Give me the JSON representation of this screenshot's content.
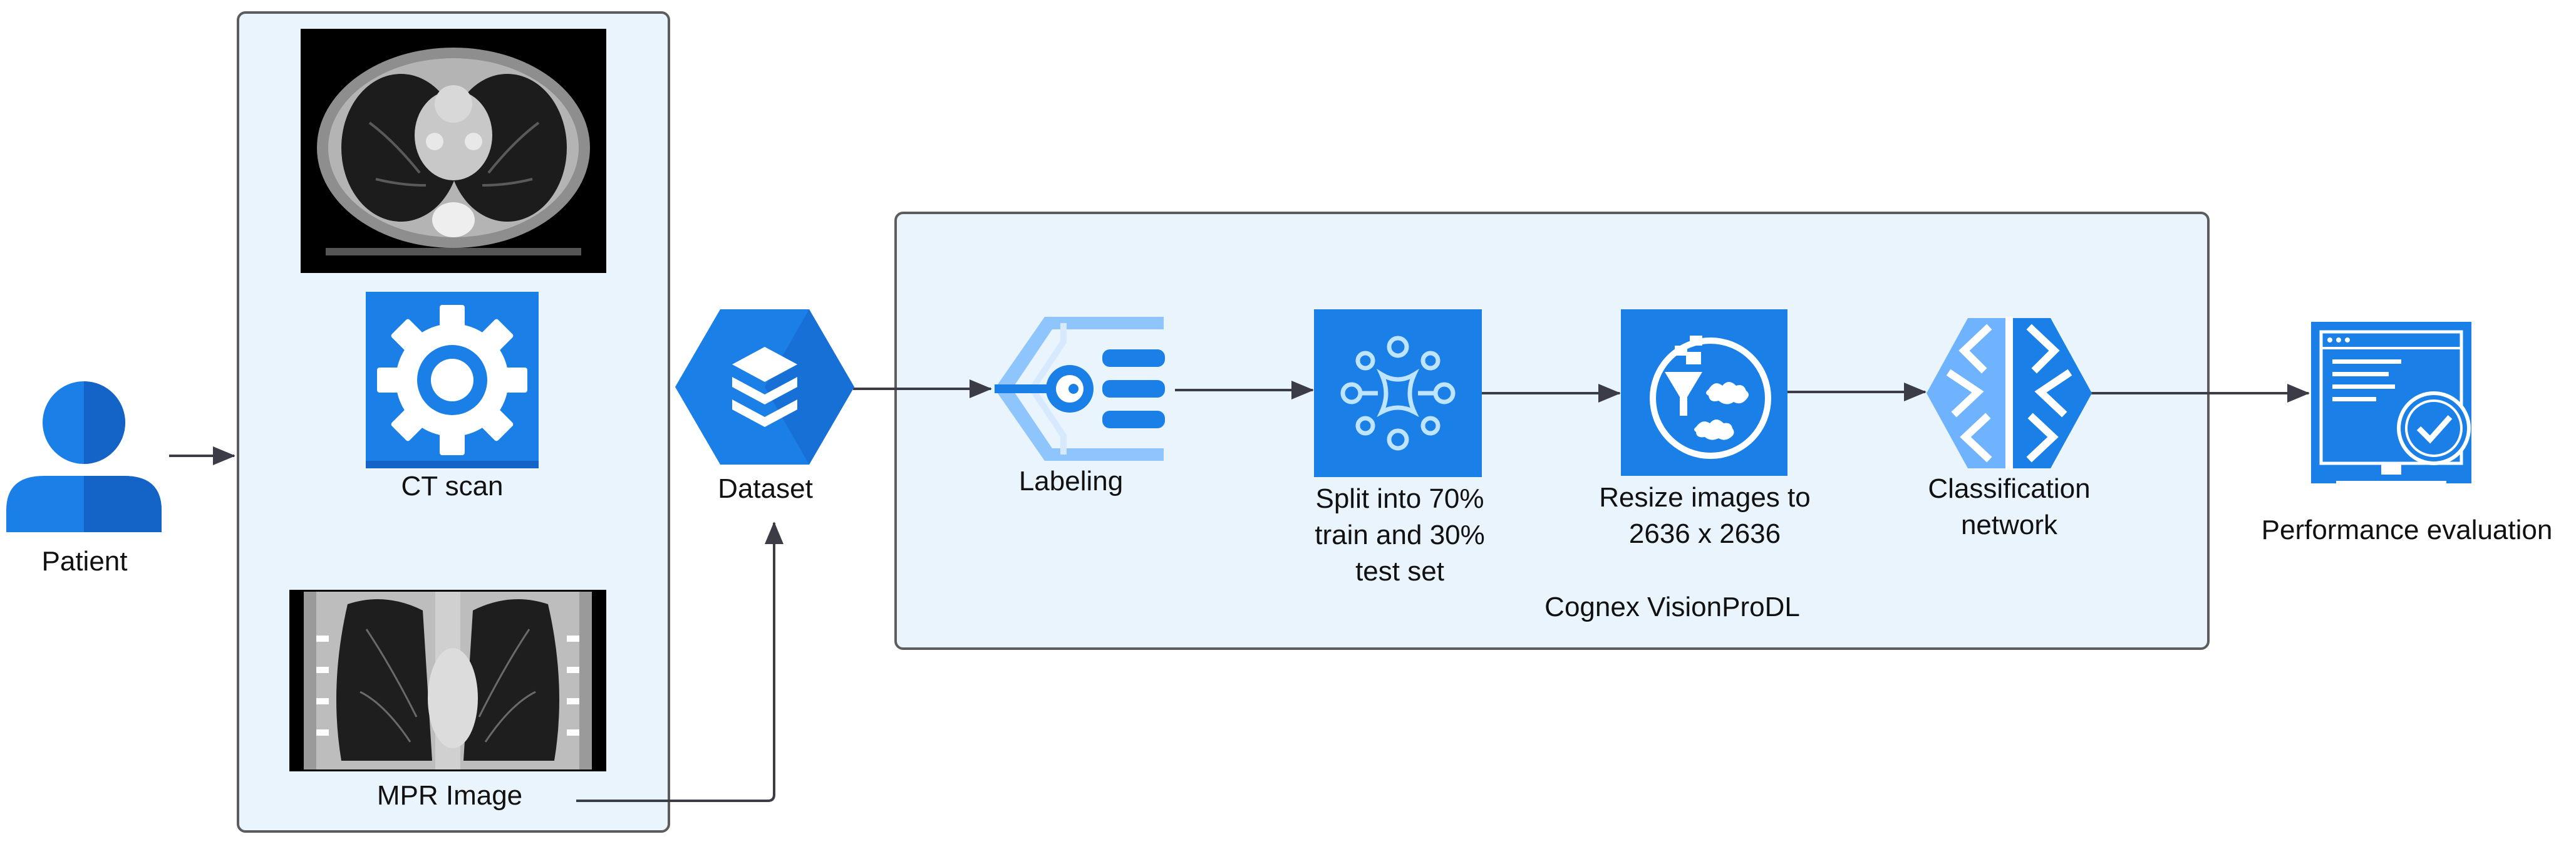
{
  "labels": {
    "patient": "Patient",
    "ct_scan": "CT scan",
    "mpr_image": "MPR Image",
    "dataset": "Dataset",
    "labeling": "Labeling",
    "split": "Split into 70% train and 30% test set",
    "resize": "Resize images to 2636 x 2636",
    "classification": "Classification network",
    "performance": "Performance evaluation",
    "pipeline_group": "Cognex VisionProDL"
  },
  "colors": {
    "icon_blue": "#1a7fe6",
    "icon_dark_blue": "#1464c8",
    "icon_light_blue": "#6fb3ff",
    "panel_fill": "#eaf4fd",
    "panel_border": "#5c5c5c",
    "arrow": "#3c3c46"
  },
  "icons": {
    "patient": "person-icon",
    "ct_scan": "gear-icon",
    "dataset": "stacked-layers-hexagon-icon",
    "labeling": "labeling-target-icon",
    "split": "network-split-icon",
    "resize": "resize-funnel-icon",
    "classification": "brain-circuit-icon",
    "performance": "monitor-check-icon"
  }
}
